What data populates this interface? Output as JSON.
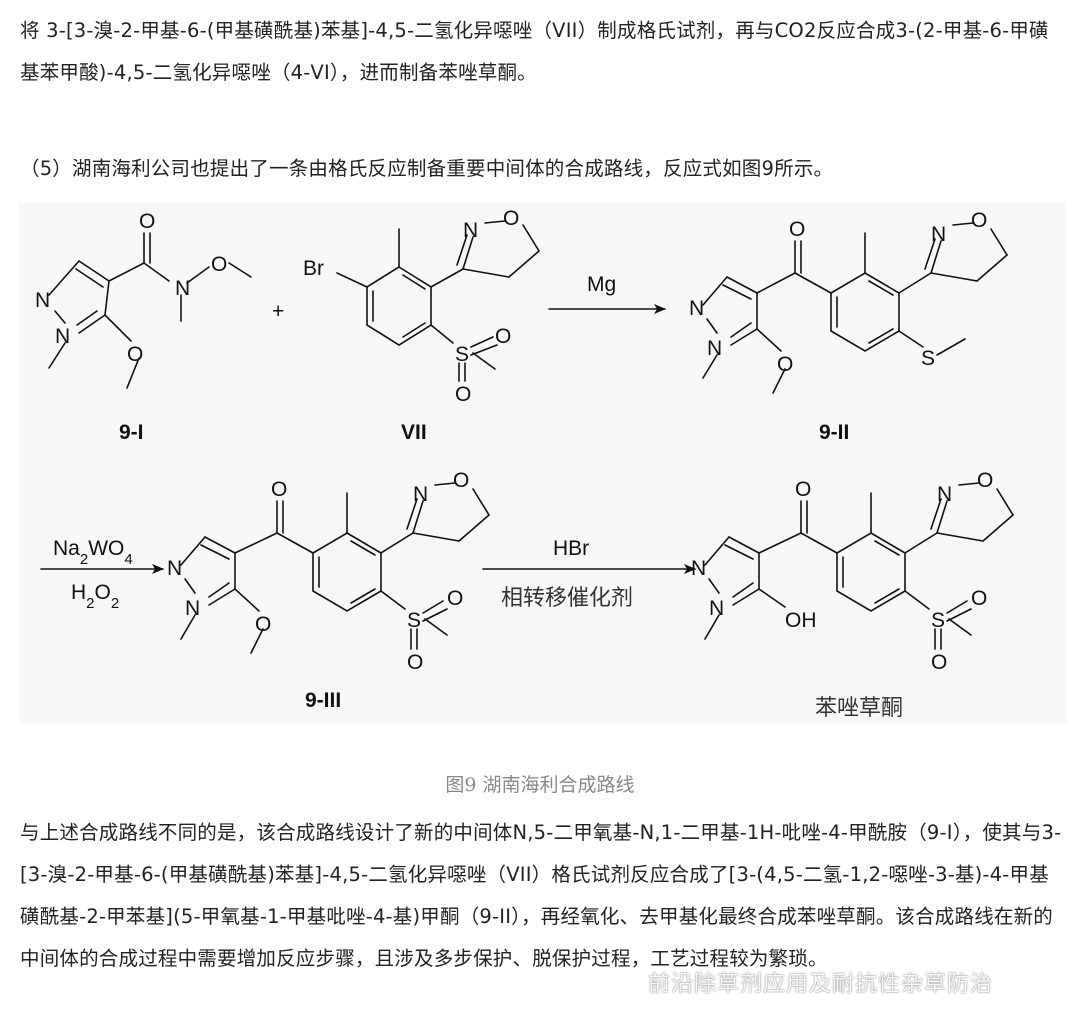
{
  "paragraphs": {
    "p1": "将 3-[3-溴-2-甲基-6-(甲基磺酰基)苯基]-4,5-二氢化异噁唑（VII）制成格氏试剂，再与CO2反应合成3-(2-甲基-6-甲磺基苯甲酸)-4,5-二氢化异噁唑（4-VI），进而制备苯唑草酮。",
    "p2": "（5）湖南海利公司也提出了一条由格氏反应制备重要中间体的合成路线，反应式如图9所示。",
    "p3": "与上述合成路线不同的是，该合成路线设计了新的中间体N,5-二甲氧基-N,1-二甲基-1H-吡唑-4-甲酰胺（9-I），使其与3-[3-溴-2-甲基-6-(甲基磺酰基)苯基]-4,5-二氢化异噁唑（VII）格氏试剂反应合成了[3-(4,5-二氢-1,2-噁唑-3-基)-4-甲基磺酰基-2-甲苯基](5-甲氧基-1-甲基吡唑-4-基)甲酮（9-II），再经氧化、去甲基化最终合成苯唑草酮。该合成路线在新的中间体的合成过程中需要增加反应步骤，且涉及多步保护、脱保护过程，工艺过程较为繁琐。"
  },
  "scheme": {
    "compounds": {
      "c9i": "9-I",
      "vii": "VII",
      "c9ii": "9-II",
      "c9iii": "9-III",
      "product": "苯唑草酮"
    },
    "plus": "+",
    "reagents": {
      "step1": "Mg",
      "step2_top_pre": "Na",
      "step2_top_sub1": "2",
      "step2_top_mid": "WO",
      "step2_top_sub2": "4",
      "step2_bottom_pre": "H",
      "step2_bottom_sub1": "2",
      "step2_bottom_mid": "O",
      "step2_bottom_sub2": "2",
      "step3_top": "HBr",
      "step3_bottom": "相转移催化剂"
    },
    "atoms": {
      "O": "O",
      "N": "N",
      "S": "S",
      "Br": "Br",
      "OH": "OH"
    }
  },
  "caption": "图9  湖南海利合成路线",
  "watermark": "前沿除草剂应用及耐抗性杂草防治"
}
